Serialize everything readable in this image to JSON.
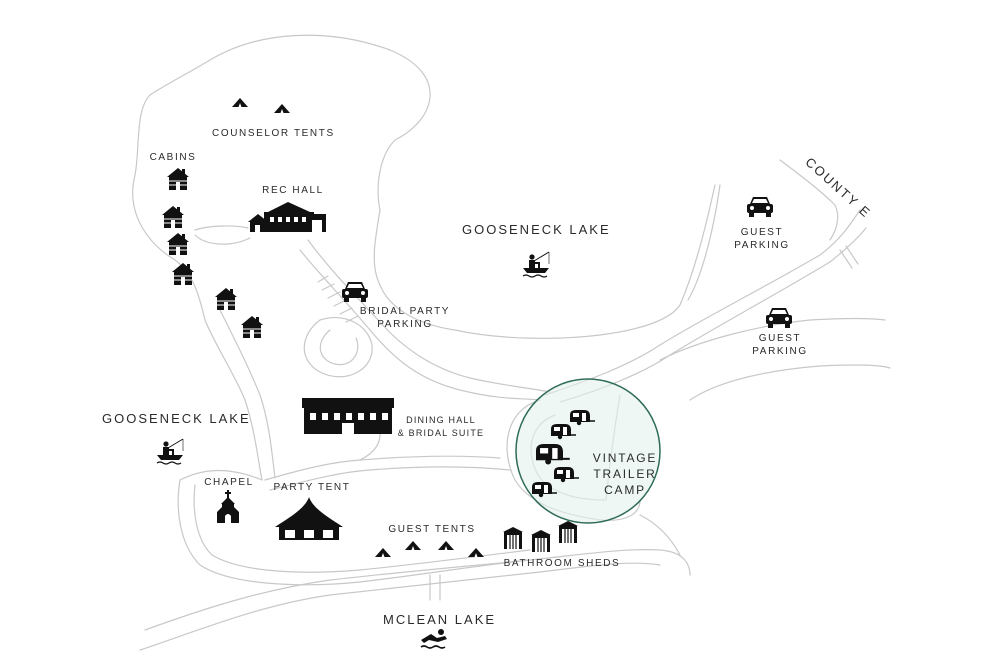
{
  "map": {
    "labels": {
      "counselor_tents": "COUNSELOR TENTS",
      "cabins": "CABINS",
      "rec_hall": "REC HALL",
      "gooseneck_lake_north": "GOOSENECK LAKE",
      "gooseneck_lake_west": "GOOSENECK LAKE",
      "county_e": "COUNTY E",
      "guest_parking_1": "GUEST\nPARKING",
      "guest_parking_2": "GUEST\nPARKING",
      "bridal_party_parking": "BRIDAL PARTY\nPARKING",
      "dining_hall": "DINING HALL\n& BRIDAL SUITE",
      "vintage_trailer_camp": "VINTAGE\nTRAILER\nCAMP",
      "chapel": "CHAPEL",
      "party_tent": "PARTY TENT",
      "guest_tents": "GUEST TENTS",
      "bathroom_sheds": "BATHROOM SHEDS",
      "mclean_lake": "MCLEAN LAKE"
    },
    "colors": {
      "outline": "#c8c8c8",
      "icon": "#111111",
      "text": "#2a2a2a",
      "trailer_camp_fill": "#e3f1ec",
      "trailer_camp_stroke": "#2e6b58"
    },
    "icons": [
      "tent-icon",
      "cabin-icon",
      "building-icon",
      "car-icon",
      "fisherman-icon",
      "trailer-icon",
      "chapel-icon",
      "party-tent-icon",
      "shed-icon",
      "swimmer-icon"
    ]
  }
}
